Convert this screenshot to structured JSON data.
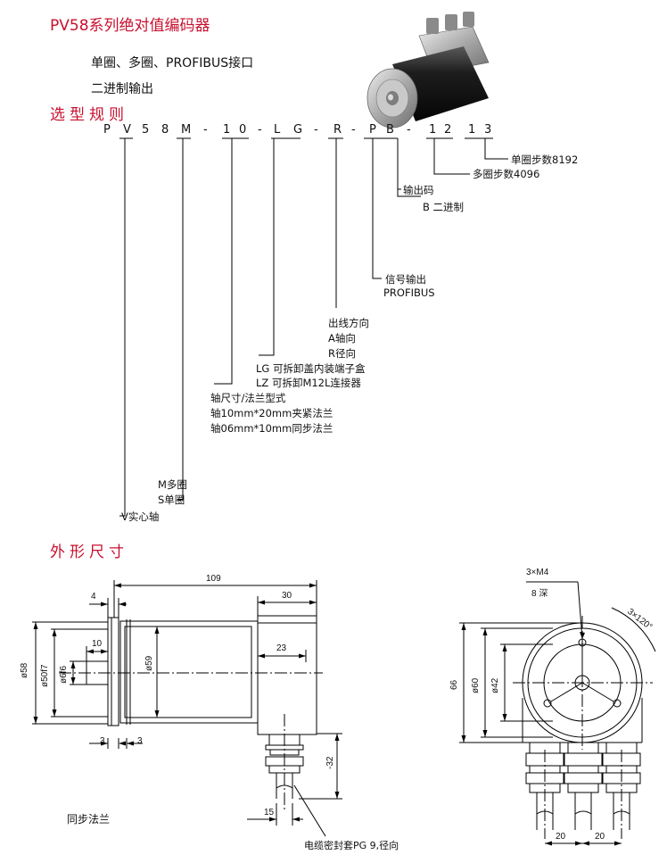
{
  "header": {
    "title": "PV58系列绝对值编码器",
    "line1": "单圈、多圈、PROFIBUS接口",
    "line2": "二进制输出"
  },
  "selection": {
    "heading": "选型规则",
    "code": [
      "P",
      "V",
      "5",
      "8",
      "M",
      "-",
      "1",
      "0",
      "-",
      "L",
      "G",
      "-",
      "R",
      "-",
      "P",
      "B",
      "-",
      "1",
      "2",
      "1",
      "3"
    ],
    "legend": {
      "singleturn": "单圈步数8192",
      "multiturn": "多圈步数4096",
      "output_code": "输出码",
      "output_binary": "B 二进制",
      "signal_out": "信号输出",
      "signal_profibus": "PROFIBUS",
      "outlet_dir": "出线方向",
      "outlet_axial": "A轴向",
      "outlet_radial": "R径向",
      "lg": "LG 可拆卸盖内装端子盒",
      "lz": "LZ   可拆卸M12L连接器",
      "shaft_flange": "轴尺寸/法兰型式",
      "shaft_10": "轴10mm*20mm夹紧法兰",
      "shaft_06": "轴06mm*10mm同步法兰",
      "multi": "M多圈",
      "single": "S单圈",
      "solid_shaft": "V实心轴"
    }
  },
  "dimensions": {
    "heading": "外形尺寸",
    "len_109": "109",
    "len_30": "30",
    "len_4": "4",
    "len_10": "10",
    "len_23": "23",
    "dia_58": "ø58",
    "dia_50f7": "ø50f7",
    "dia_6f6": "ø6f6",
    "dia_59": "ø59",
    "len_3a": "3",
    "len_3b": "3",
    "len_32": "-32",
    "len_15": "15",
    "flange_label": "同步法兰",
    "cable_note": "电缆密封套PG 9,径向",
    "m4": "3×M4",
    "depth": "8 深",
    "angle": "3×120°",
    "len_66": "66",
    "dia_60": "ø60",
    "dia_42": "ø42",
    "len_20a": "20",
    "len_20b": "20"
  }
}
